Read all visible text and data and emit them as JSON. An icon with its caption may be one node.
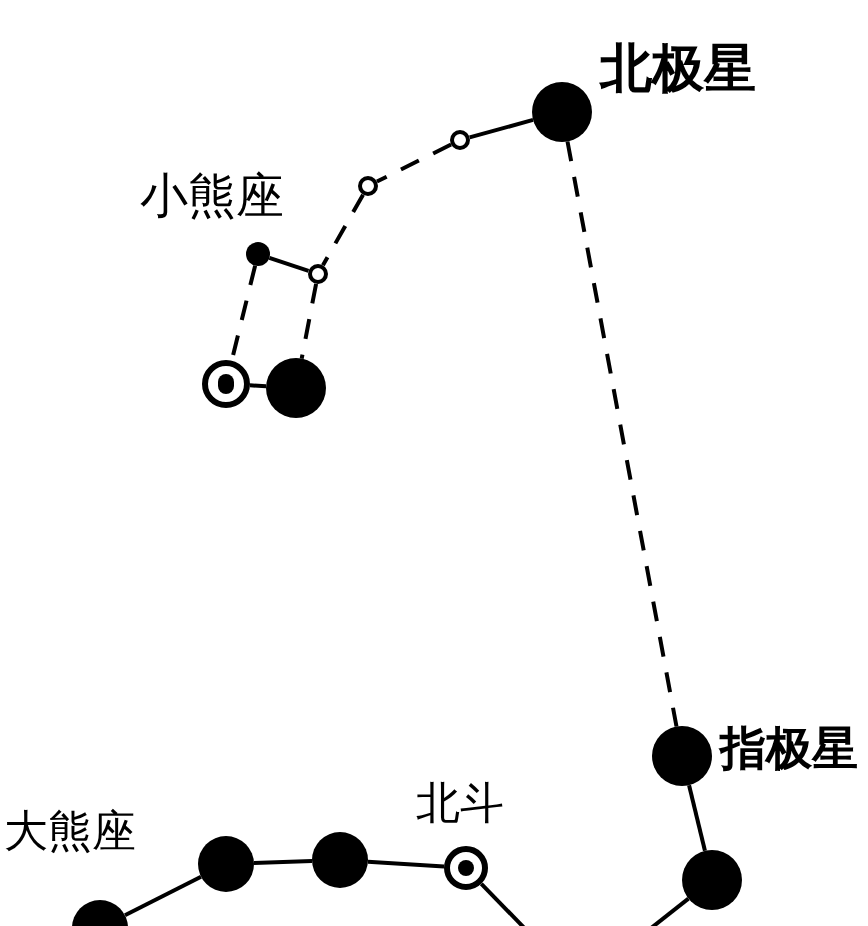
{
  "diagram": {
    "nodes": [
      {
        "text": [],
        "shape": "circle",
        "beside": [
          "北极星"
        ]
      },
      {
        "text": [],
        "shape": "circle"
      },
      {
        "text": [],
        "shape": "circle"
      },
      {
        "text": [],
        "shape": "circle"
      },
      {
        "text": [],
        "shape": "circle"
      },
      {
        "text": [],
        "shape": "circle"
      },
      {
        "text": [],
        "shape": "circle"
      },
      {
        "text": [],
        "shape": "circle",
        "beside": [
          "指极星"
        ]
      },
      {
        "text": [],
        "shape": "circle"
      },
      {
        "text": [],
        "shape": "circle"
      },
      {
        "text": [],
        "shape": "circle"
      },
      {
        "text": [],
        "shape": "circle"
      },
      {
        "text": [],
        "shape": "circle"
      }
    ],
    "edges": [
      {
        "from": 0,
        "to": 1,
        "arrow": "none"
      },
      {
        "from": 1,
        "to": 2,
        "arrow": "none",
        "style": "dashed"
      },
      {
        "from": 2,
        "to": 3,
        "arrow": "none",
        "style": "dashed"
      },
      {
        "from": 3,
        "to": 4,
        "arrow": "none"
      },
      {
        "from": 4,
        "to": 5,
        "arrow": "none",
        "style": "dashed"
      },
      {
        "from": 3,
        "to": 6,
        "arrow": "none",
        "style": "dashed"
      },
      {
        "from": 5,
        "to": 6,
        "arrow": "none"
      },
      {
        "from": 0,
        "to": 7,
        "arrow": "none",
        "style": "dashed"
      },
      {
        "from": 7,
        "to": 8,
        "arrow": "none"
      },
      {
        "from": 8,
        "to": null,
        "arrow": "none"
      },
      {
        "from": 9,
        "to": 10,
        "arrow": "none"
      },
      {
        "from": 10,
        "to": 11,
        "arrow": "none"
      },
      {
        "from": 11,
        "to": 12,
        "arrow": "none"
      },
      {
        "from": 12,
        "to": null,
        "arrow": "none"
      }
    ],
    "labels": [
      "小熊座",
      "大熊座",
      "北斗"
    ]
  }
}
